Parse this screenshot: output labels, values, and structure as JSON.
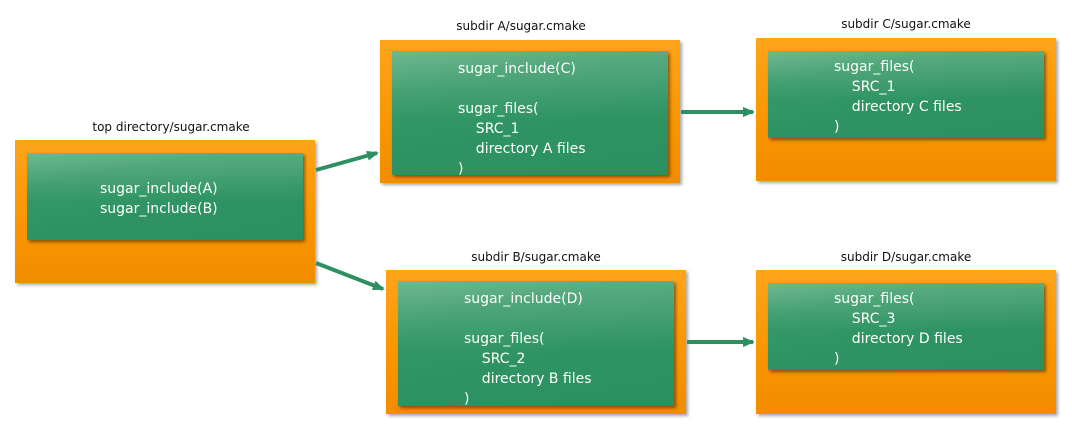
{
  "colors": {
    "outer_box": "#f99500",
    "inner_box": "#2e9363",
    "arrow": "#2e8f60",
    "code_text": "#ffffff"
  },
  "nodes": {
    "top": {
      "caption": "top directory/sugar.cmake",
      "code": "sugar_include(A)\nsugar_include(B)"
    },
    "a": {
      "caption": "subdir A/sugar.cmake",
      "code": "sugar_include(C)\n\nsugar_files(\n    SRC_1\n    directory A files\n)"
    },
    "b": {
      "caption": "subdir B/sugar.cmake",
      "code": "sugar_include(D)\n\nsugar_files(\n    SRC_2\n    directory B files\n)"
    },
    "c": {
      "caption": "subdir C/sugar.cmake",
      "code": "sugar_files(\n    SRC_1\n    directory C files\n)"
    },
    "d": {
      "caption": "subdir D/sugar.cmake",
      "code": "sugar_files(\n    SRC_3\n    directory D files\n)"
    }
  },
  "edges": [
    {
      "from": "top",
      "to": "a"
    },
    {
      "from": "top",
      "to": "b"
    },
    {
      "from": "a",
      "to": "c"
    },
    {
      "from": "b",
      "to": "d"
    }
  ]
}
